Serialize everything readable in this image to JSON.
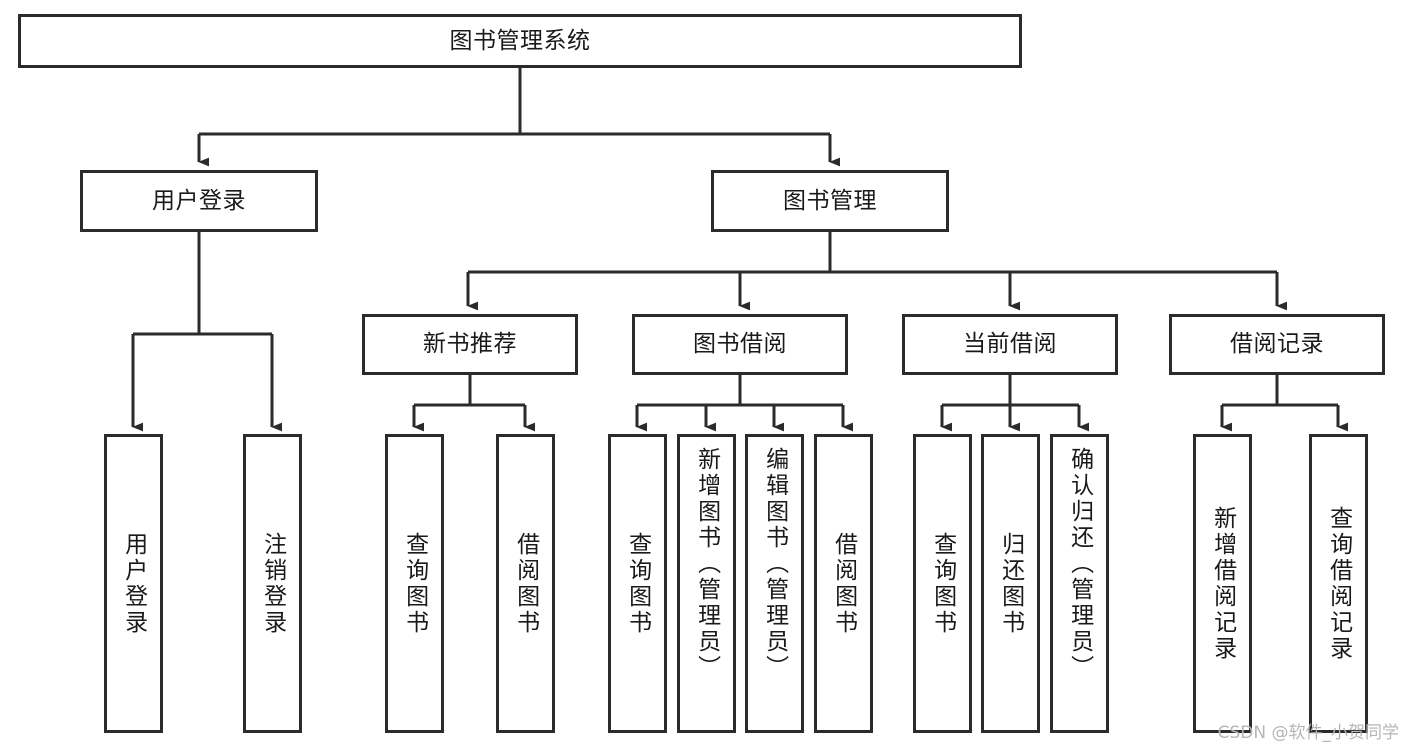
{
  "diagram": {
    "type": "tree-hierarchy-diagram",
    "title": "图书管理系统",
    "stroke_color": "#2b2b2b",
    "background_color": "#ffffff",
    "text_color": "#1a1a1a",
    "root": {
      "label": "图书管理系统"
    },
    "level2": [
      {
        "label": "用户登录"
      },
      {
        "label": "图书管理"
      }
    ],
    "level3": [
      {
        "label": "新书推荐"
      },
      {
        "label": "图书借阅"
      },
      {
        "label": "当前借阅"
      },
      {
        "label": "借阅记录"
      }
    ],
    "leaves": {
      "user_login": [
        {
          "label": "用户登录"
        },
        {
          "label": "注销登录"
        }
      ],
      "new_book_recommend": [
        {
          "label": "查询图书"
        },
        {
          "label": "借阅图书"
        }
      ],
      "book_borrow": [
        {
          "label": "查询图书"
        },
        {
          "label": "新增图书（管理员）"
        },
        {
          "label": "编辑图书（管理员）"
        },
        {
          "label": "借阅图书"
        }
      ],
      "current_borrow": [
        {
          "label": "查询图书"
        },
        {
          "label": "归还图书"
        },
        {
          "label": "确认归还（管理员）"
        }
      ],
      "borrow_record": [
        {
          "label": "新增借阅记录"
        },
        {
          "label": "查询借阅记录"
        }
      ]
    }
  },
  "watermark": {
    "text": "CSDN @软件_小贺同学"
  }
}
